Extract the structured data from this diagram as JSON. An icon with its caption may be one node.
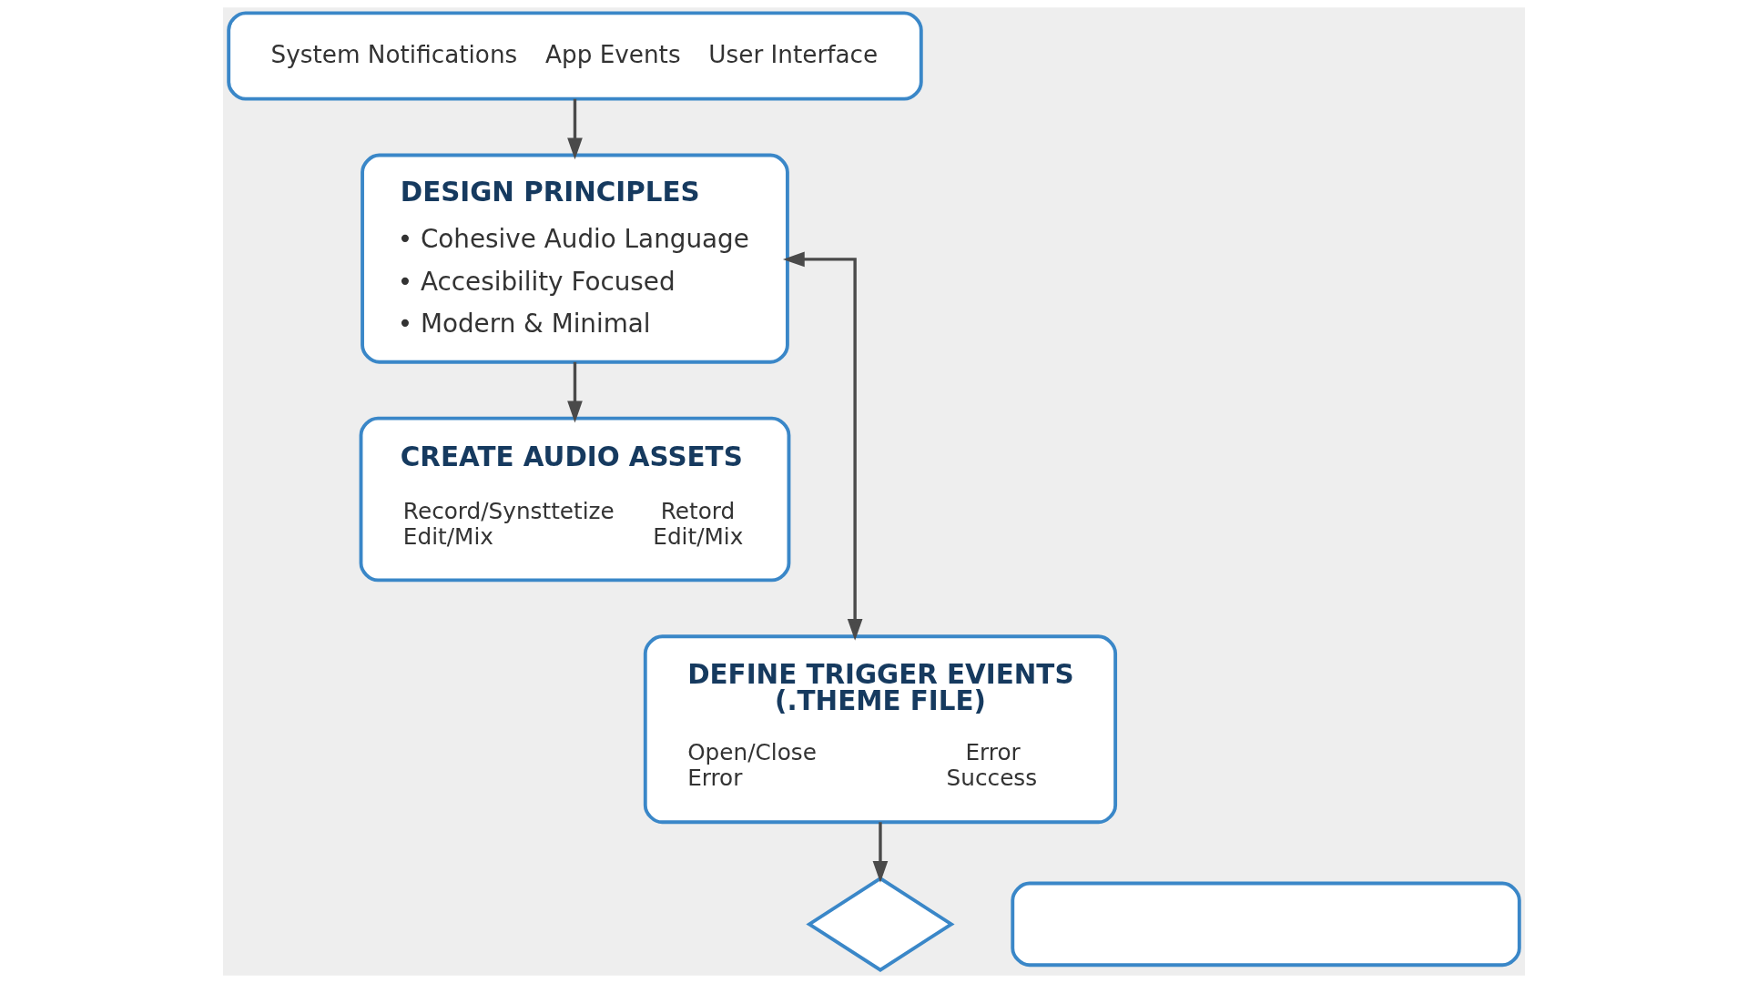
{
  "diagram": {
    "nodes": [
      {
        "text": [
          "System Notifications",
          "App Events",
          "User Interface"
        ]
      },
      {
        "text": [
          "DESIGN PRINCIPLES",
          "• Cohesive Audio Language",
          "• Accesibility Focused",
          "• Modern & Minimal"
        ]
      },
      {
        "text": [
          "CREATE AUDIO ASSETS",
          "Record/Synsttetize",
          "Edit/Mix",
          "Retord",
          "Edit/Mix"
        ]
      },
      {
        "text": [
          "DEFINE TRIGGER EVIENTS (.THEME FILE)",
          "Open/Close",
          "Error",
          "Error",
          "Success"
        ]
      },
      {
        "text": [],
        "shape": "diamond"
      },
      {
        "text": [],
        "shape": "box"
      }
    ],
    "edges": [
      {
        "from": 0,
        "to": 1,
        "arrow": "to"
      },
      {
        "from": 1,
        "to": 2,
        "arrow": "to"
      },
      {
        "from": 1,
        "to": 3,
        "arrow": "both"
      },
      {
        "from": 3,
        "to": 4,
        "arrow": "to"
      }
    ]
  }
}
